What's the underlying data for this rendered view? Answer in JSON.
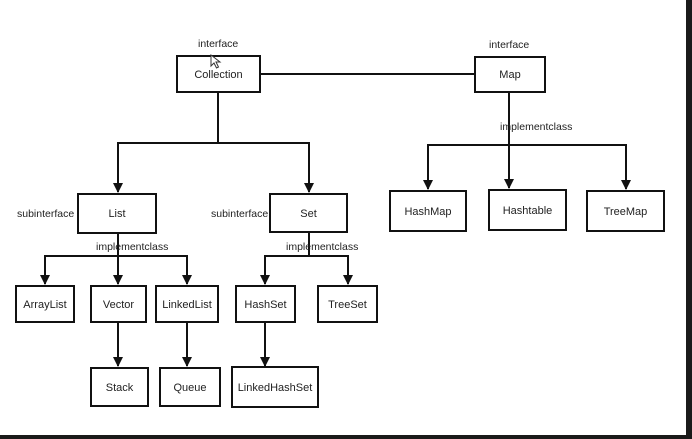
{
  "diagram": {
    "nodes": [
      {
        "id": "collection",
        "label": "Collection"
      },
      {
        "id": "map",
        "label": "Map"
      },
      {
        "id": "list",
        "label": "List"
      },
      {
        "id": "set",
        "label": "Set"
      },
      {
        "id": "hashmap",
        "label": "HashMap"
      },
      {
        "id": "hashtable",
        "label": "Hashtable"
      },
      {
        "id": "treemap",
        "label": "TreeMap"
      },
      {
        "id": "arraylist",
        "label": "ArrayList"
      },
      {
        "id": "vector",
        "label": "Vector"
      },
      {
        "id": "linkedlist",
        "label": "LinkedList"
      },
      {
        "id": "hashset",
        "label": "HashSet"
      },
      {
        "id": "treeset",
        "label": "TreeSet"
      },
      {
        "id": "stack",
        "label": "Stack"
      },
      {
        "id": "queue",
        "label": "Queue"
      },
      {
        "id": "linkedhashset",
        "label": "LinkedHashSet"
      }
    ],
    "edges": [
      {
        "from": "collection",
        "to": "map",
        "arrow": false
      },
      {
        "from": "collection",
        "to": "list",
        "arrow": true
      },
      {
        "from": "collection",
        "to": "set",
        "arrow": true
      },
      {
        "from": "map",
        "to": "hashmap",
        "arrow": true
      },
      {
        "from": "map",
        "to": "hashtable",
        "arrow": true
      },
      {
        "from": "map",
        "to": "treemap",
        "arrow": true
      },
      {
        "from": "list",
        "to": "arraylist",
        "arrow": true
      },
      {
        "from": "list",
        "to": "vector",
        "arrow": true
      },
      {
        "from": "list",
        "to": "linkedlist",
        "arrow": true
      },
      {
        "from": "set",
        "to": "hashset",
        "arrow": true
      },
      {
        "from": "set",
        "to": "treeset",
        "arrow": true
      },
      {
        "from": "vector",
        "to": "stack",
        "arrow": true
      },
      {
        "from": "linkedlist",
        "to": "queue",
        "arrow": true
      },
      {
        "from": "hashset",
        "to": "linkedhashset",
        "arrow": true
      }
    ],
    "labels": {
      "interface_collection": "interface",
      "interface_map": "interface",
      "implementclass_map": "implementclass",
      "subinterface_list": "subinterface",
      "implementclass_list": "implementclass",
      "subinterface_set": "subinterface",
      "implementclass_set": "implementclass"
    }
  }
}
